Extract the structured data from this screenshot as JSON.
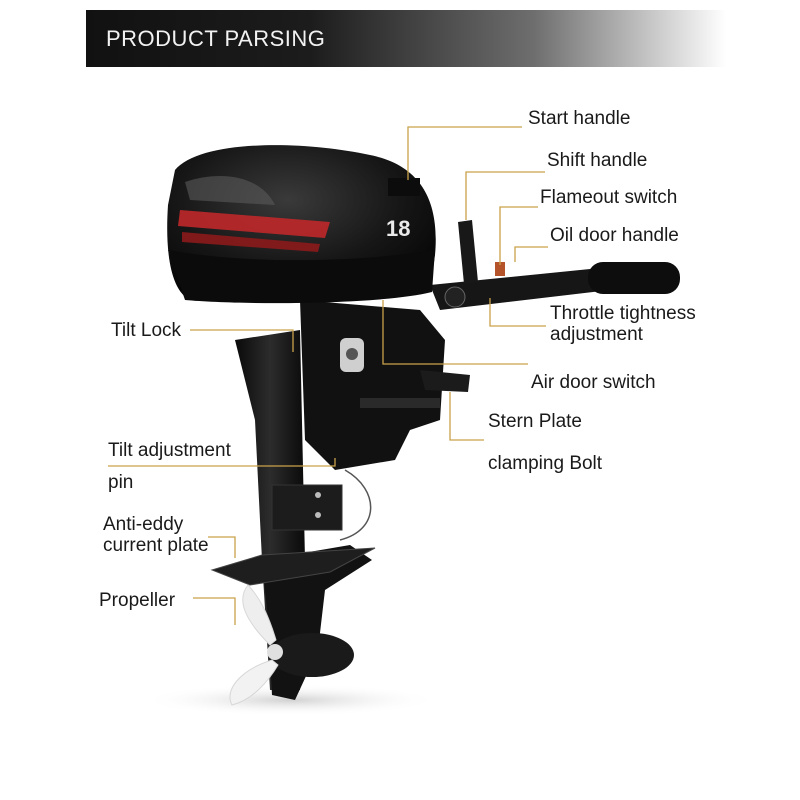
{
  "banner": {
    "title": "PRODUCT PARSING"
  },
  "engine": {
    "badge": "18"
  },
  "labels": {
    "start_handle": "Start handle",
    "shift_handle": "Shift handle",
    "flameout_switch": "Flameout switch",
    "oil_door_handle": "Oil door handle",
    "throttle_line1": "Throttle tightness",
    "throttle_line2": "adjustment",
    "tilt_lock": "Tilt Lock",
    "air_door_switch": "Air door switch",
    "stern_plate": "Stern Plate",
    "clamping_bolt": "clamping Bolt",
    "tilt_pin_line1": "Tilt adjustment",
    "tilt_pin_line2": "pin",
    "anti_eddy_line1": "Anti-eddy",
    "anti_eddy_line2": "current plate",
    "propeller": "Propeller"
  },
  "colors": {
    "callout": "#c9a24a",
    "accent_red": "#c0282a",
    "body": "#141414"
  }
}
